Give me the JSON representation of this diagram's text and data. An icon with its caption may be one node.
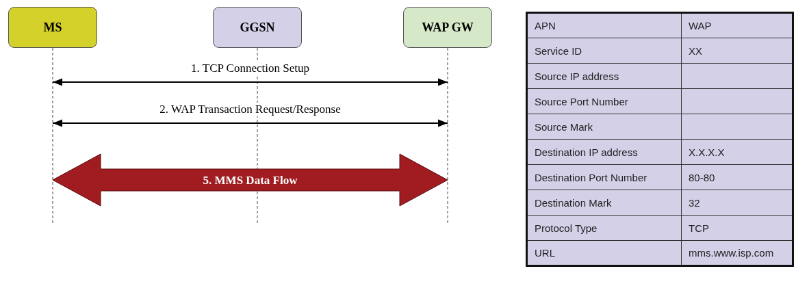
{
  "diagram": {
    "nodes": [
      {
        "text": [
          "MS"
        ]
      },
      {
        "text": [
          "GGSN"
        ]
      },
      {
        "text": [
          "WAP GW"
        ]
      }
    ],
    "edges": [
      {
        "from": 0,
        "to": 2,
        "arrow": "both",
        "label": "1. TCP Connection Setup"
      },
      {
        "from": 0,
        "to": 2,
        "arrow": "both",
        "label": "2. WAP Transaction Request/Response"
      },
      {
        "from": 0,
        "to": 2,
        "arrow": "both",
        "label": "5. MMS Data Flow",
        "style": "thick",
        "color": "#a01c20"
      }
    ],
    "labels": [
      "APN",
      "WAP",
      "Service ID",
      "XX",
      "Source IP address",
      "Source Port Number",
      "Source Mark",
      "Destination IP address",
      "X.X.X.X",
      "Destination Port Number",
      "80-80",
      "Destination Mark",
      "32",
      "Protocol Type",
      "TCP",
      "URL",
      "mms.www.isp.com"
    ]
  }
}
